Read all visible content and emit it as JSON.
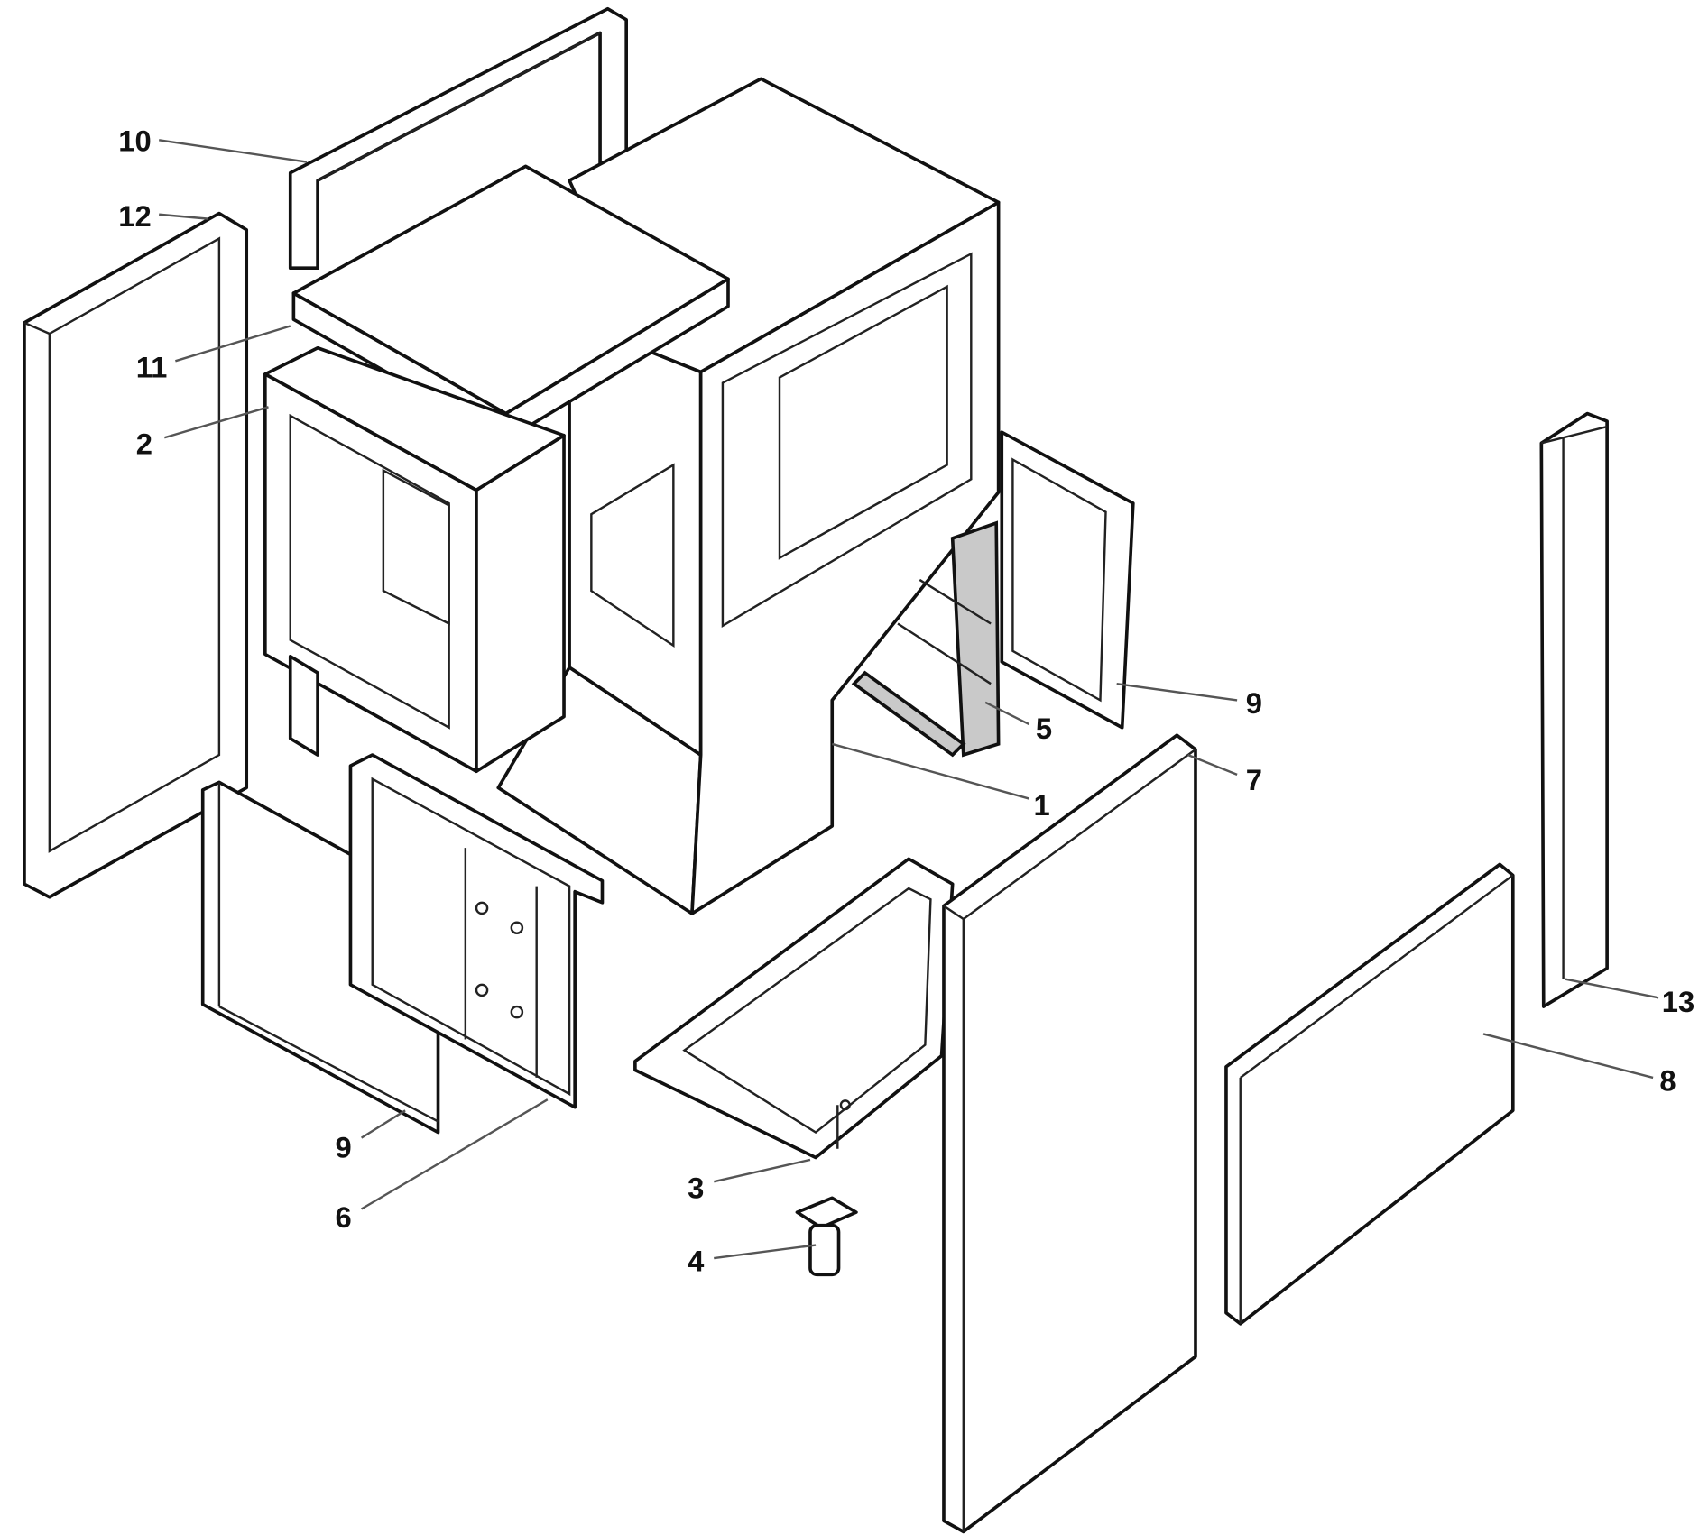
{
  "diagram": {
    "type": "exploded parts diagram",
    "callouts": [
      {
        "id": "c10",
        "number": "10"
      },
      {
        "id": "c12",
        "number": "12"
      },
      {
        "id": "c11",
        "number": "11"
      },
      {
        "id": "c2",
        "number": "2"
      },
      {
        "id": "c9r",
        "number": "9"
      },
      {
        "id": "c5",
        "number": "5"
      },
      {
        "id": "c7",
        "number": "7"
      },
      {
        "id": "c1",
        "number": "1"
      },
      {
        "id": "c13",
        "number": "13"
      },
      {
        "id": "c8",
        "number": "8"
      },
      {
        "id": "c9l",
        "number": "9"
      },
      {
        "id": "c6",
        "number": "6"
      },
      {
        "id": "c3",
        "number": "3"
      },
      {
        "id": "c4",
        "number": "4"
      }
    ]
  }
}
